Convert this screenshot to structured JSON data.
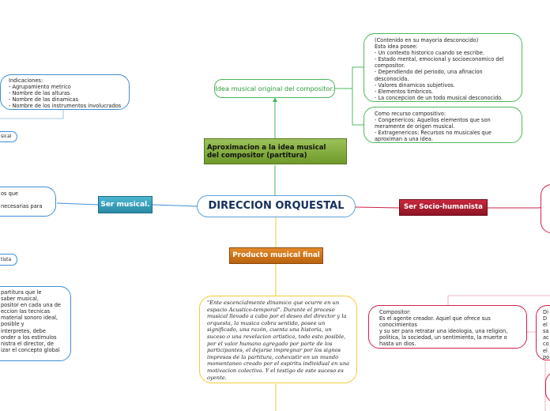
{
  "central": {
    "title": "DIRECCION ORQUESTAL"
  },
  "top_branch": {
    "title": "Aproximacion a la idea musical\ndel compositor (partitura)",
    "idea_label": "Idea musical original del compositor.",
    "note_1": "(Contenido en su mayoria desconocido)\nEsta idea posee:\n- Un contexto historico cuando se escribe.\n- Estado mental, emocional y socioeconomico del\ncompositor.\n- Dependiendo del periodo, una afinacion\ndesconocida.\n- Valores dinamicos subjetivos.\n- Elementos timbricos.\n- La concepcion de un todo musical desconocido.",
    "note_2": "Como recurso compositivo:\n- Congenericos: Aquellos elementos que son\nmeramente de origen musical.\n- Extragenericos: Recursos no musicales que\naproximan a una idea."
  },
  "left_branch": {
    "title": "Ser musical.",
    "indicaciones": "Indicaciones:\n- Agrupamiento metrico\n- Nombre de las alturas\n- Nombre de las dinamicas\n- Nombre de los instrumentos involucrados",
    "small_1": "sical",
    "partial_1": "os que\n\n necesarias para",
    "small_2": "tista",
    "partial_2": "partitura que le\n saber musical,\npositor en cada una de\neccion las tecnicas\nmaterial sonoro ideal,\n posible y\ninterpretes, debe\nonder a los estimulos\nnistra el director, de\nizar el concepto global"
  },
  "right_branch": {
    "title": "Ser Socio-humanista",
    "compositor": "Compositor:\n  Es el agente creador. Aquel que ofrece sus\nconocimientos\n  y su ser para retratar una ideologia, una religion,\npolitica, la sociedad, un sentimiento, la muerte o\nhasta un dios.",
    "partial_right": "Di\nD\nel\nsa\nac\nco\nel\npo"
  },
  "bottom_branch": {
    "title": "Producto musical final",
    "quote": "\"Ente escencialmente dinamico que ocurre en un\nespacio Acustico-temporal\". Durante el proceso\nmusical llevado a cabo por el deseo del director y la\norquesta, la musica cobra sentido, posee un\nsignificado, una razón, cuenta una historia, un\nsuceso o una revelacion artistica, todo esto posible,\npor el valor humano agregado por parte de los\nparticipantes, el  dejarse impregnar por los signos\nimpresos de la partitura, cohexistir en un mundo\nmomentaneo creado por el espiritu individual en una\nmotivacion colectiva. Y el testigo de este suceso es\noyente."
  }
}
